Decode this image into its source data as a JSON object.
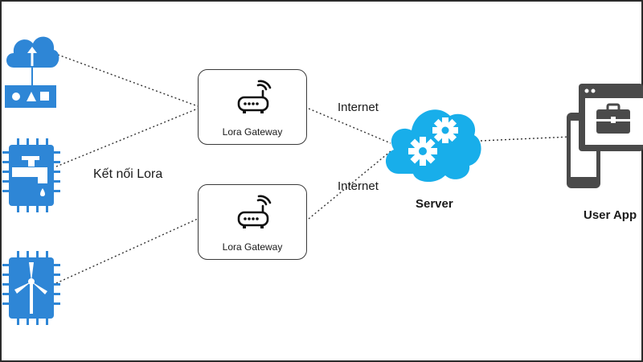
{
  "diagram": {
    "gateway_top": {
      "label": "Lora Gateway"
    },
    "gateway_bottom": {
      "label": "Lora Gateway"
    },
    "labels": {
      "internet_top": "Internet",
      "internet_bottom": "Internet",
      "lora_connection": "Kết nối Lora",
      "server": "Server",
      "user_app": "User App"
    },
    "icons": [
      "cloud-sensor-icon",
      "water-tap-chip-icon",
      "wind-turbine-chip-icon",
      "gateway-router-icon",
      "server-cloud-gear-icon",
      "user-app-devices-icon"
    ],
    "colors": {
      "sensor_blue": "#2e86d6",
      "cloud_blue": "#18aeea",
      "device_gray": "#4a4a4a",
      "link_dotted": "#333333"
    }
  }
}
